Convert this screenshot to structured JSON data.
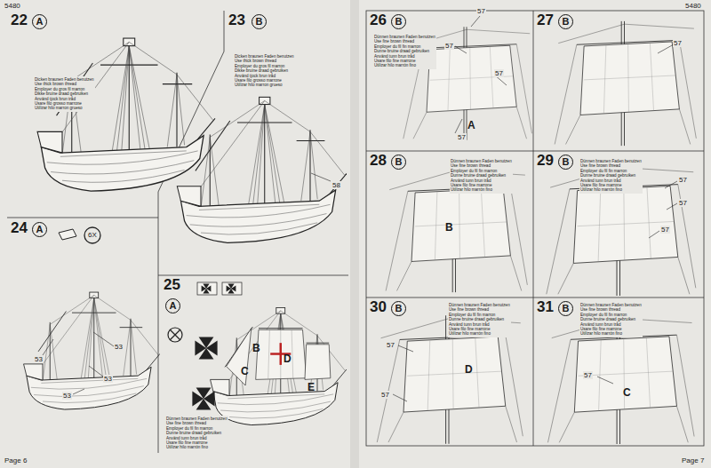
{
  "diagram": {
    "nodes": [
      {
        "text": [
          "22",
          "Dicken braunen Faden benutzen",
          "Use thick brown thread",
          "Employer du gros fil marron",
          "Dikke bruine draad gebruiken",
          "Använd tjock brun tråd",
          "Usare filo grosso marrone",
          "Utilizar hilo marron grueso"
        ]
      },
      {
        "text": [
          "A"
        ],
        "in": 0
      },
      {
        "text": [
          "23",
          "Dicken braunen Faden benutzen",
          "Use thick brown thread",
          "Employer du gros fil marron",
          "Dikke bruine draad gebruiken",
          "Använd tjock brun tråd",
          "Usare filo grosso marrone",
          "Utilizar hilo marron grueso"
        ]
      },
      {
        "text": [
          "B"
        ],
        "in": 2
      },
      {
        "text": [
          "24"
        ]
      },
      {
        "text": [
          "A"
        ],
        "in": 4
      },
      {
        "text": [
          "25",
          "Dünnen braunen Faden benutzen",
          "Use fine brown thread",
          "Employer du fil fin marron",
          "Dunne bruine draad gebruiken",
          "Använd tunn brun tråd",
          "Usare filo fine marrone",
          "Utilizar hilo marrón fino"
        ]
      },
      {
        "text": [
          "A"
        ],
        "in": 6
      },
      {
        "text": [
          "26",
          "Dünnen braunen Faden benutzen",
          "Use fine brown thread",
          "Employer du fil fin marron",
          "Dunne bruine draad gebruiken",
          "Använd tunn brun tråd",
          "Usare filo fine marrone",
          "Utilizar hilo marrón fino"
        ]
      },
      {
        "text": [
          "B"
        ],
        "in": 8
      },
      {
        "text": [
          "27"
        ]
      },
      {
        "text": [
          "B"
        ],
        "in": 10
      },
      {
        "text": [
          "28",
          "Dünnen braunen Faden benutzen",
          "Use fine brown thread",
          "Employer du fil fin marron",
          "Dunne bruine draad gebruiken",
          "Använd tunn brun tråd",
          "Usare filo fine marrone",
          "Utilizar hilo marrón fino"
        ]
      },
      {
        "text": [
          "B"
        ],
        "in": 12
      },
      {
        "text": [
          "29",
          "Dünnen braunen Faden benutzen",
          "Use fine brown thread",
          "Employer du fil fin marron",
          "Dunne bruine draad gebruiken",
          "Använd tunn brun tråd",
          "Usare filo fine marrone",
          "Utilizar hilo marrón fino"
        ]
      },
      {
        "text": [
          "B"
        ],
        "in": 14
      },
      {
        "text": [
          "30",
          "Dünnen braunen Faden benutzen",
          "Use fine brown thread",
          "Employer du fil fin marron",
          "Dunne bruine draad gebruiken",
          "Använd tunn brun tråd",
          "Usare filo fine marrone",
          "Utilizar hilo marrón fino"
        ]
      },
      {
        "text": [
          "B"
        ],
        "in": 16
      },
      {
        "text": [
          "31",
          "Dünnen braunen Faden benutzen",
          "Use fine brown thread",
          "Employer du fil fin marron",
          "Dunne bruine draad gebruiken",
          "Använd tunn brun tråd",
          "Usare filo fine marrone",
          "Utilizar hilo marrón fino"
        ]
      },
      {
        "text": [
          "B"
        ],
        "in": 18
      }
    ],
    "labels": [
      "5480",
      "5480",
      "Page 6",
      "Page 7",
      "58",
      "53",
      "53",
      "53",
      "53",
      "6X",
      "B",
      "C",
      "D",
      "E",
      "57",
      "57",
      "57",
      "57",
      "A",
      "57",
      "B",
      "57",
      "57",
      "57",
      "57",
      "57",
      "D",
      "57",
      "C"
    ]
  }
}
